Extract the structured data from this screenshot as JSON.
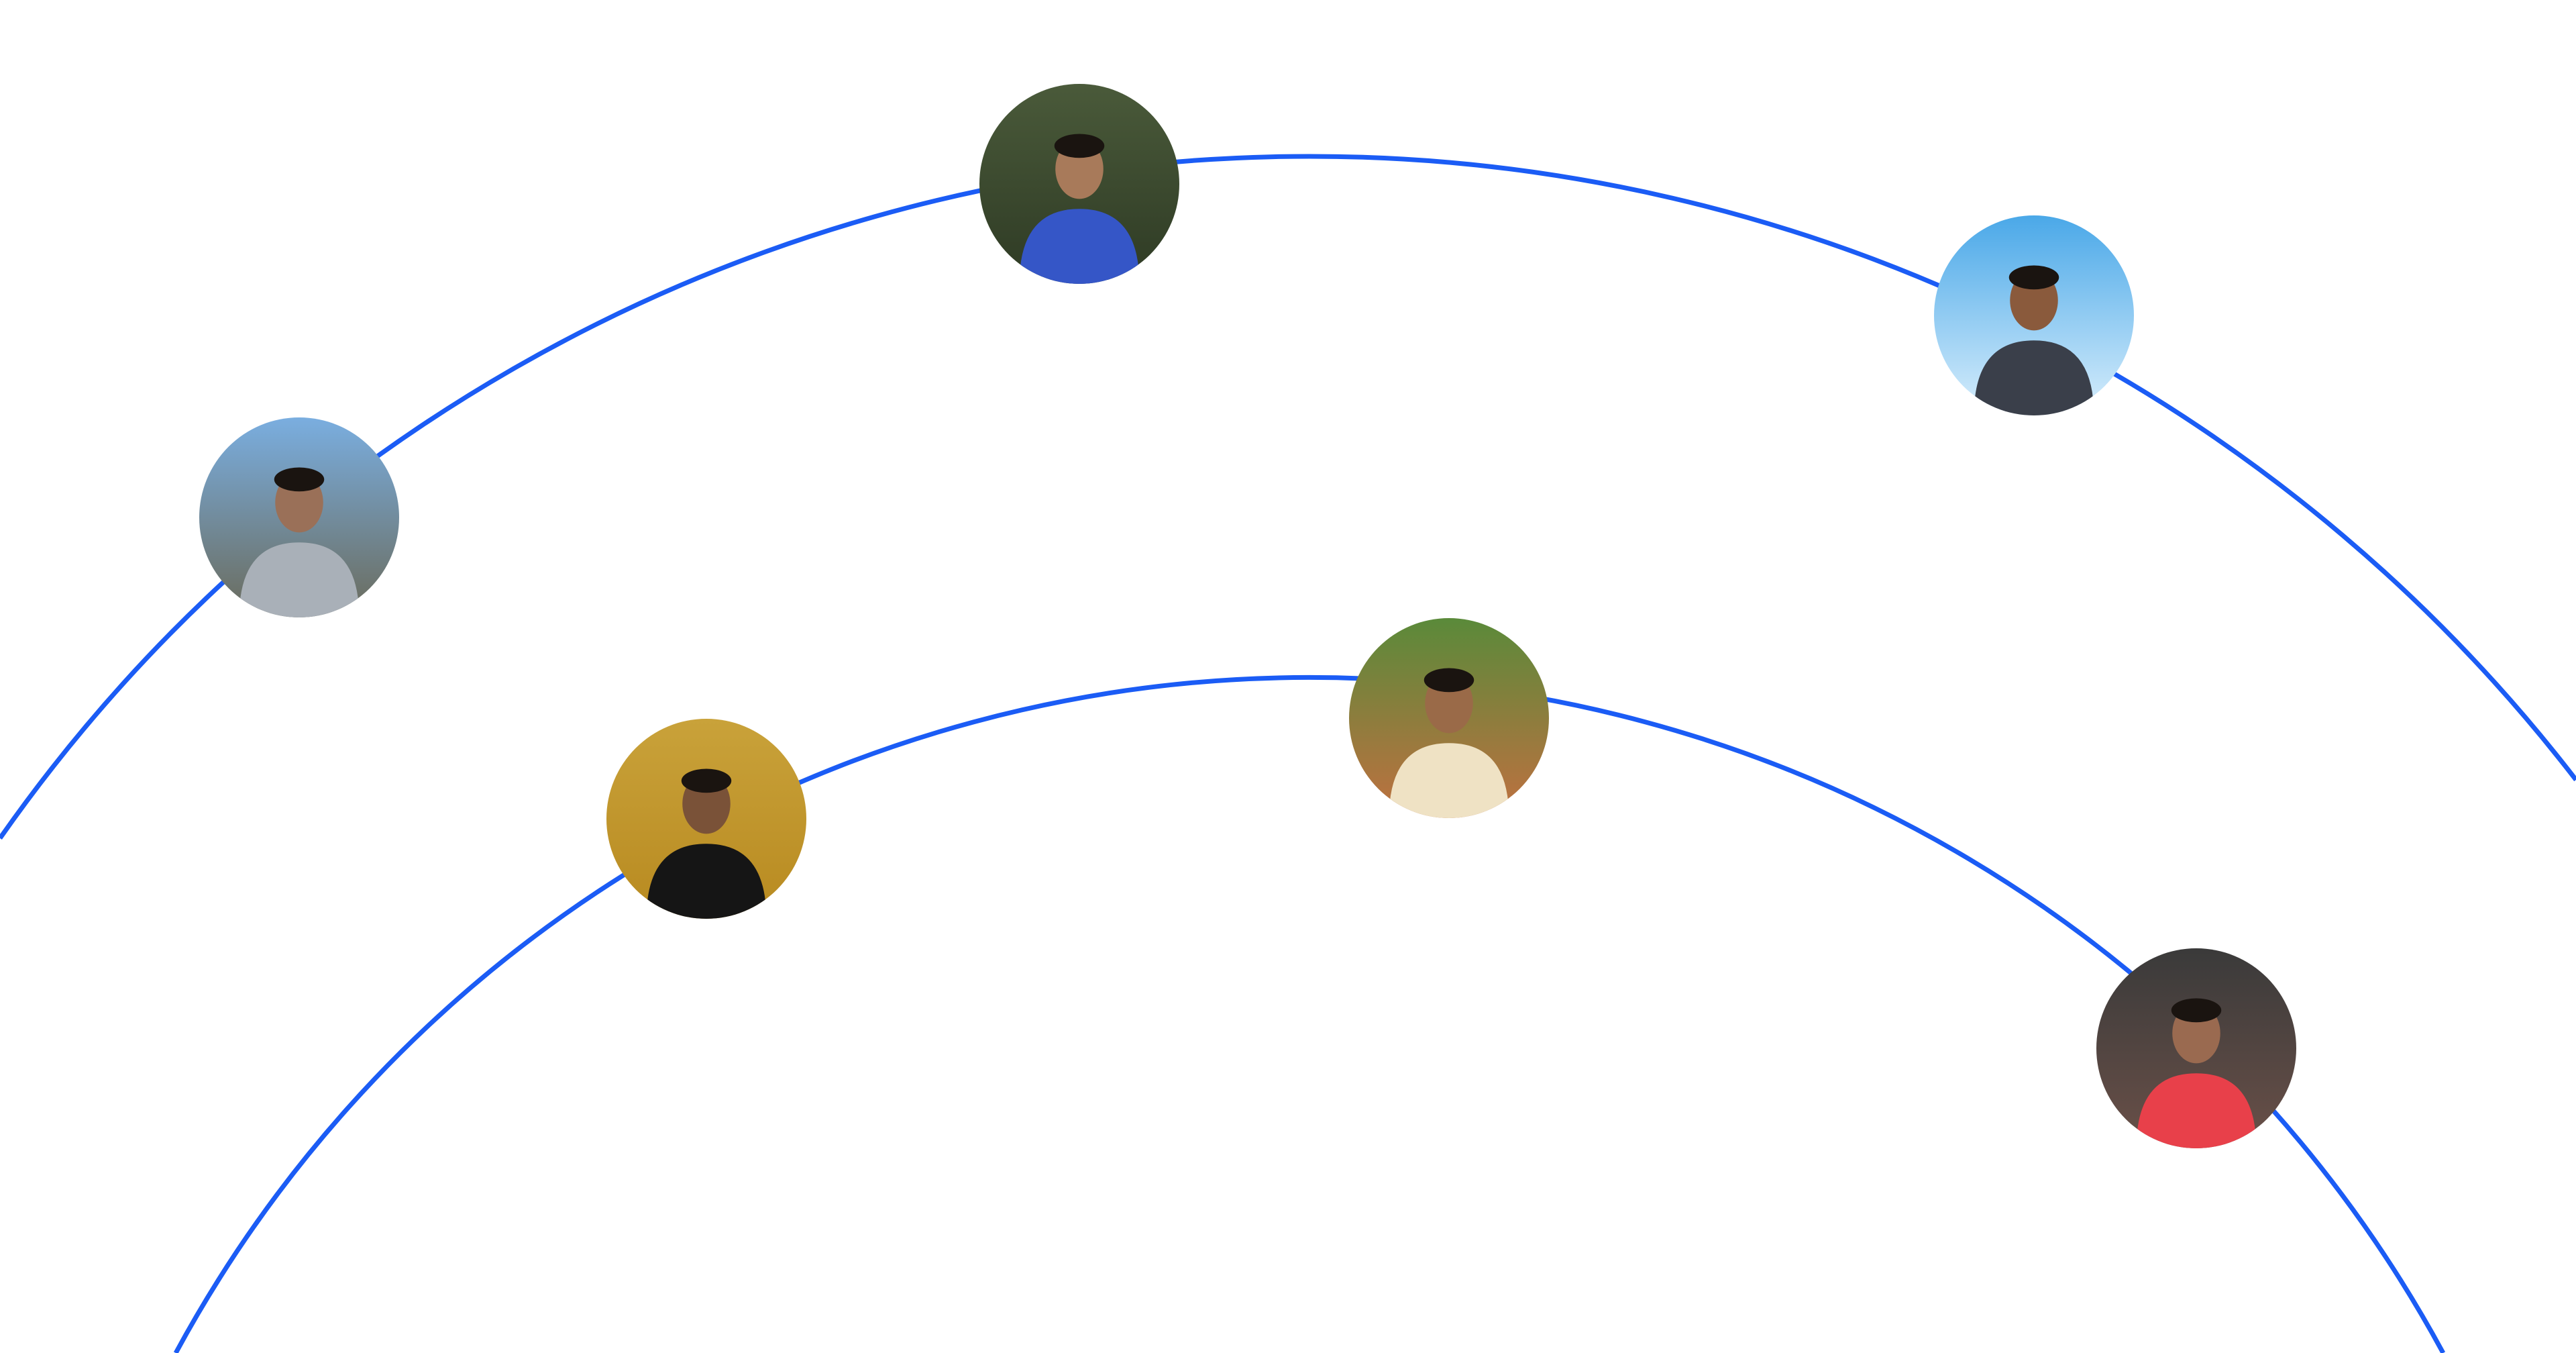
{
  "colors": {
    "arc": "#1b5cf5",
    "background": "#ffffff"
  },
  "avatars": [
    {
      "name": "person-standing-walkway",
      "bg_top": "#4a5a3a",
      "bg_bottom": "#2e3a24",
      "shirt": "#3556c7",
      "skin": "#a87a5a"
    },
    {
      "name": "person-beach-selfie",
      "bg_top": "#4aa8e8",
      "bg_bottom": "#d8eefc",
      "shirt": "#3a3f4a",
      "skin": "#8a5a3c"
    },
    {
      "name": "person-mountains",
      "bg_top": "#7aaee0",
      "bg_bottom": "#6a6a5a",
      "shirt": "#a9b0b8",
      "skin": "#9a7058"
    },
    {
      "name": "person-yellow-stairs",
      "bg_top": "#c9a23a",
      "bg_bottom": "#b88a20",
      "shirt": "#151515",
      "skin": "#7a5238"
    },
    {
      "name": "person-greeting-plants",
      "bg_top": "#5a8a3a",
      "bg_bottom": "#c07040",
      "shirt": "#efe2c4",
      "skin": "#9a6a48"
    },
    {
      "name": "person-red-top",
      "bg_top": "#3a3a3a",
      "bg_bottom": "#6a5048",
      "shirt": "#e8404a",
      "skin": "#9a6a50"
    }
  ]
}
